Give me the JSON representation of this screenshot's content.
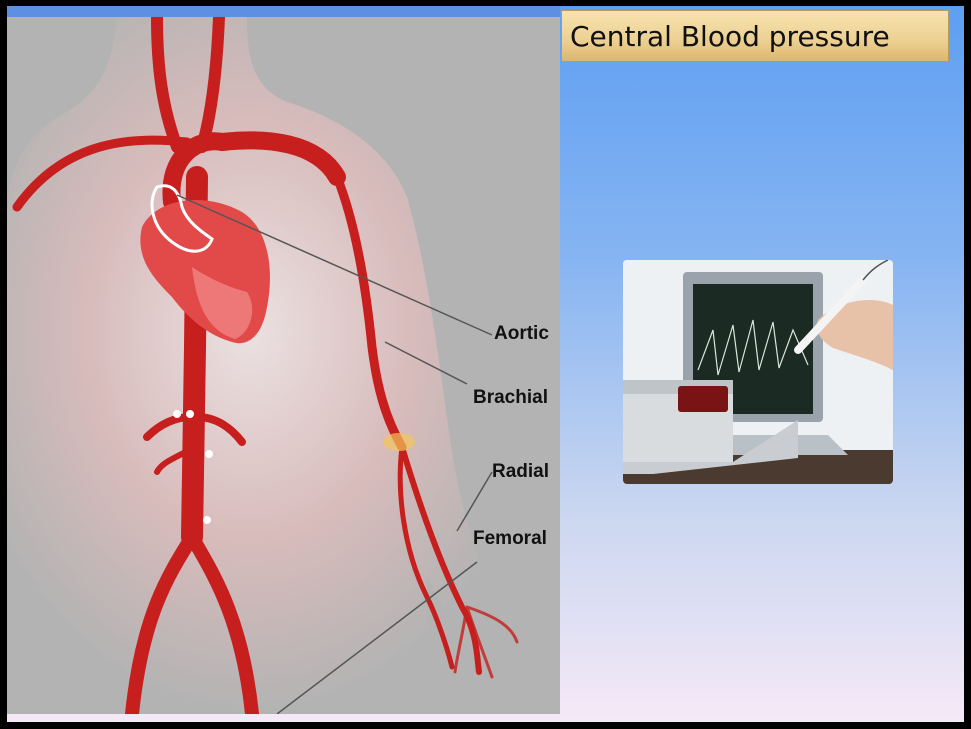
{
  "slide": {
    "title": "Central Blood pressure",
    "labels": {
      "aortic": "Aortic",
      "brachial": "Brachial",
      "radial": "Radial",
      "femoral": "Femoral"
    },
    "colors": {
      "artery": "#c71e1e",
      "heart": "#e24a4a",
      "figure_background": "#b3b3b3",
      "title_fill": "#ecd092"
    },
    "photo": {
      "subject": "tonometry-device-with-laptop"
    }
  }
}
